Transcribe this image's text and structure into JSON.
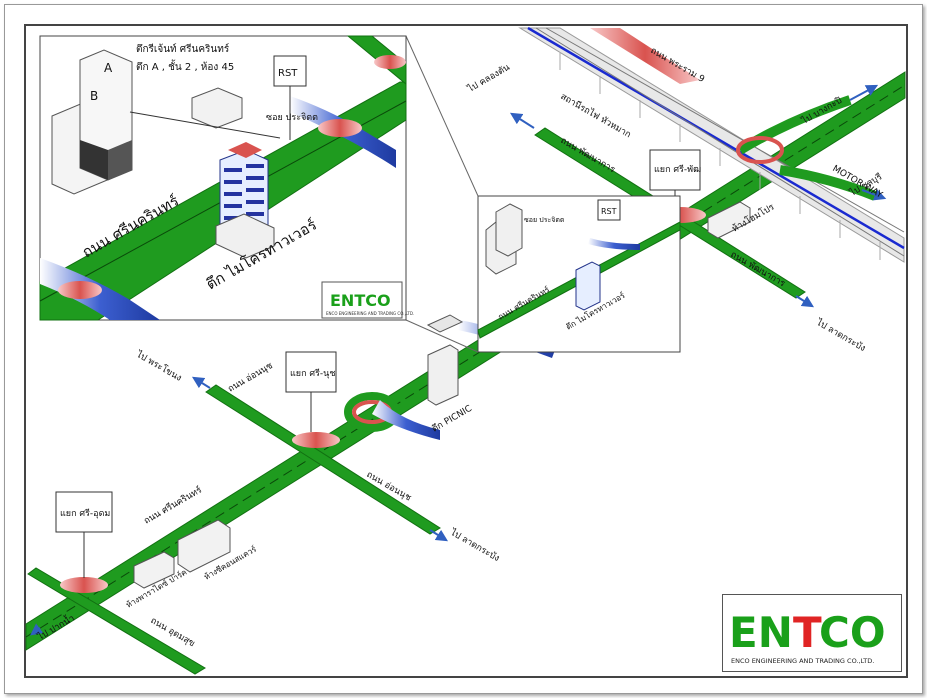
{
  "colors": {
    "road": "#1f9b1f",
    "road_dark": "#127012",
    "water": "#3c5fd0",
    "overpass": "#d9534f",
    "logo_green": "#1aa01a",
    "logo_red": "#e02424",
    "arrow": "#3060c0"
  },
  "inset": {
    "office_line1": "ตึกรีเจ้นท์ ศรีนครินทร์",
    "office_line2": "ตึก A , ชั้น 2 , ห้อง 45",
    "tower_a": "A",
    "tower_b": "B",
    "rst": "RST",
    "soi": "ซอย ประจิตต",
    "road_name": "ถนน ศรีนครินทร์",
    "building": "ตึก ไมโครทาวเวอร์"
  },
  "labels": {
    "to_klongton": "ไป คลองตัน",
    "rama9_road": "ถนน พระราม 9",
    "airport_link": "สถานีรถไฟ หัวหมาก",
    "to_bangkapi": "ไป บางกะปิ",
    "motorway": "MOTOR WAY",
    "to_chonburi": "ไป ชลบุรี",
    "phatthanakan_1": "ถนน พัฒนาการ",
    "phatthanakan_2": "ถนน พัฒนาการ",
    "junction_si_phat": "แยก ศรี-พัฒ",
    "house_pro": "ห้างโฮมโปร",
    "to_latkrabang_1": "ไป ลาดกระบัง",
    "small_soi": "ซอย ประจิตต",
    "small_road": "ถนน ศรีนครินทร์",
    "small_building": "ตึก ไมโครทาวเวอร์",
    "small_rst": "RST",
    "picnic": "ตึก PICNIC",
    "to_phrakhanong": "ไป พระโขนง",
    "onnut_1": "ถนน อ่อนนุช",
    "onnut_2": "ถนน อ่อนนุช",
    "junction_si_nut": "แยก ศรี-นุช",
    "to_latkrabang_2": "ไป ลาดกระบัง",
    "junction_si_udom": "แยก ศรี-อุดม",
    "srinakarin_main": "ถนน ศรีนครินทร์",
    "seacon": "ห้างซีคอนสแควร์",
    "paradise": "ห้างพาราไดซ์ ปาร์ค",
    "to_paknam": "ไป ปากน้ำ",
    "udomsuk": "ถนน อุดมสุข"
  },
  "logo": {
    "text_en": "EN",
    "text_t": "T",
    "text_co": "CO",
    "company": "ENCO ENGINEERING AND TRADING CO.,LTD."
  },
  "inset_logo": {
    "text": "ENTCO",
    "company": "ENCO ENGINEERING AND TRADING CO.,LTD."
  }
}
